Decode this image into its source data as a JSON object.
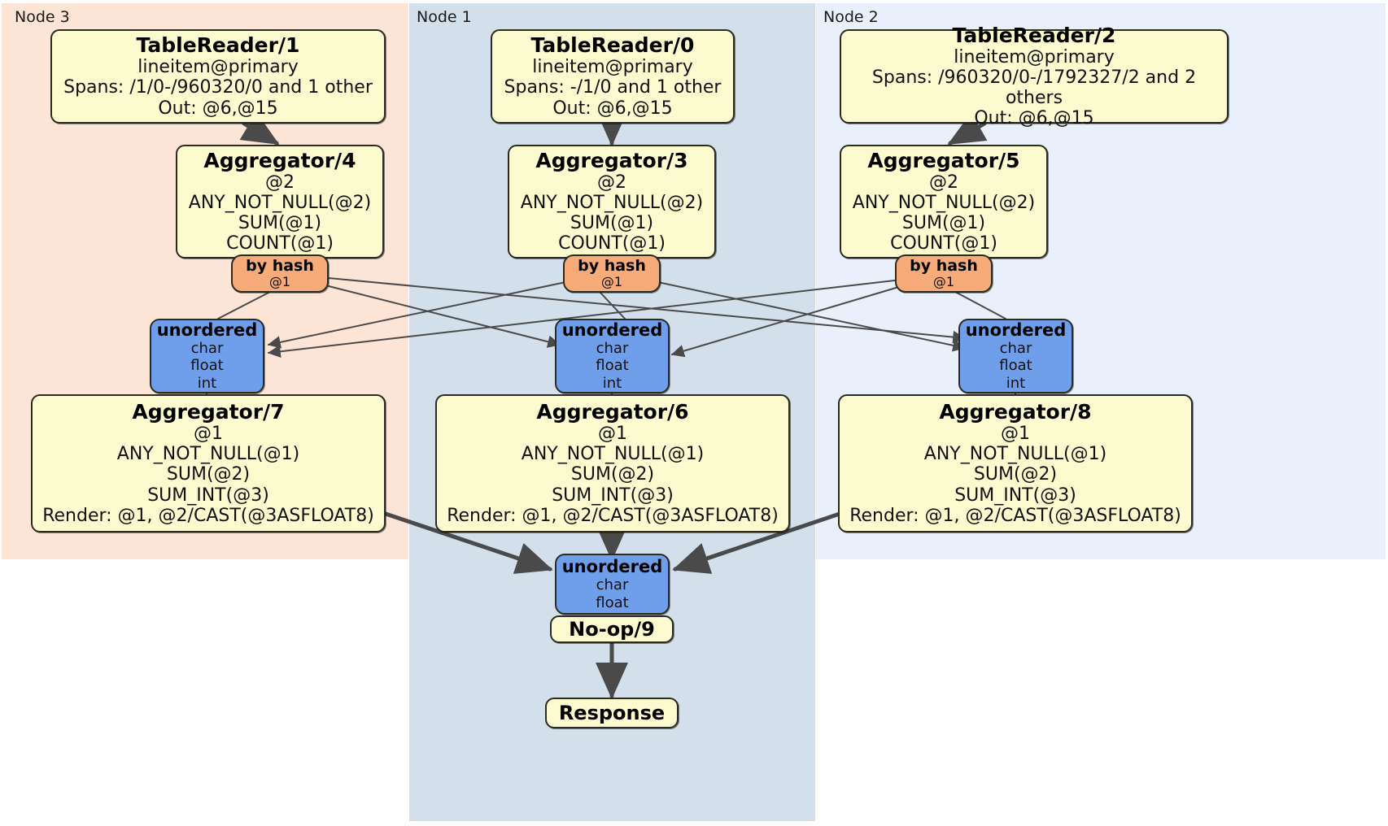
{
  "diagram": {
    "type": "distributed-query-plan",
    "colors": {
      "node3_panel": "#fce4d6",
      "node1_panel": "#d3e0ec",
      "node2_panel": "#eaf0fb",
      "processor_fill": "#fbfbcf",
      "router_fill": "#f6ab79",
      "receiver_fill": "#6f9fea",
      "edge": "#4a4a4a",
      "border": "#2b2b22"
    }
  },
  "panels": [
    {
      "id": "node3",
      "label": "Node 3"
    },
    {
      "id": "node1",
      "label": "Node 1"
    },
    {
      "id": "node2",
      "label": "Node 2"
    }
  ],
  "processors": {
    "table_reader_1": {
      "title": "TableReader/1",
      "lines": [
        "lineitem@primary",
        "Spans: /1/0-/960320/0 and 1 other",
        "Out: @6,@15"
      ]
    },
    "table_reader_0": {
      "title": "TableReader/0",
      "lines": [
        "lineitem@primary",
        "Spans: -/1/0 and 1 other",
        "Out: @6,@15"
      ]
    },
    "table_reader_2": {
      "title": "TableReader/2",
      "lines": [
        "lineitem@primary",
        "Spans: /960320/0-/1792327/2 and 2 others",
        "Out: @6,@15"
      ]
    },
    "aggregator_4": {
      "title": "Aggregator/4",
      "lines": [
        "@2",
        "ANY_NOT_NULL(@2)",
        "SUM(@1)",
        "COUNT(@1)"
      ]
    },
    "aggregator_3": {
      "title": "Aggregator/3",
      "lines": [
        "@2",
        "ANY_NOT_NULL(@2)",
        "SUM(@1)",
        "COUNT(@1)"
      ]
    },
    "aggregator_5": {
      "title": "Aggregator/5",
      "lines": [
        "@2",
        "ANY_NOT_NULL(@2)",
        "SUM(@1)",
        "COUNT(@1)"
      ]
    },
    "aggregator_7": {
      "title": "Aggregator/7",
      "lines": [
        "@1",
        "ANY_NOT_NULL(@1)",
        "SUM(@2)",
        "SUM_INT(@3)",
        "Render: @1, @2/CAST(@3ASFLOAT8)"
      ]
    },
    "aggregator_6": {
      "title": "Aggregator/6",
      "lines": [
        "@1",
        "ANY_NOT_NULL(@1)",
        "SUM(@2)",
        "SUM_INT(@3)",
        "Render: @1, @2/CAST(@3ASFLOAT8)"
      ]
    },
    "aggregator_8": {
      "title": "Aggregator/8",
      "lines": [
        "@1",
        "ANY_NOT_NULL(@1)",
        "SUM(@2)",
        "SUM_INT(@3)",
        "Render: @1, @2/CAST(@3ASFLOAT8)"
      ]
    },
    "noop_9": {
      "title": "No-op/9",
      "lines": []
    },
    "response": {
      "title": "Response",
      "lines": []
    }
  },
  "routers": {
    "by_hash_left": {
      "title": "by hash",
      "lines": [
        "@1"
      ]
    },
    "by_hash_center": {
      "title": "by hash",
      "lines": [
        "@1"
      ]
    },
    "by_hash_right": {
      "title": "by hash",
      "lines": [
        "@1"
      ]
    }
  },
  "receivers": {
    "unordered_left": {
      "title": "unordered",
      "lines": [
        "char",
        "float",
        "int"
      ]
    },
    "unordered_center": {
      "title": "unordered",
      "lines": [
        "char",
        "float",
        "int"
      ]
    },
    "unordered_right": {
      "title": "unordered",
      "lines": [
        "char",
        "float",
        "int"
      ]
    },
    "unordered_final": {
      "title": "unordered",
      "lines": [
        "char",
        "float"
      ]
    }
  }
}
